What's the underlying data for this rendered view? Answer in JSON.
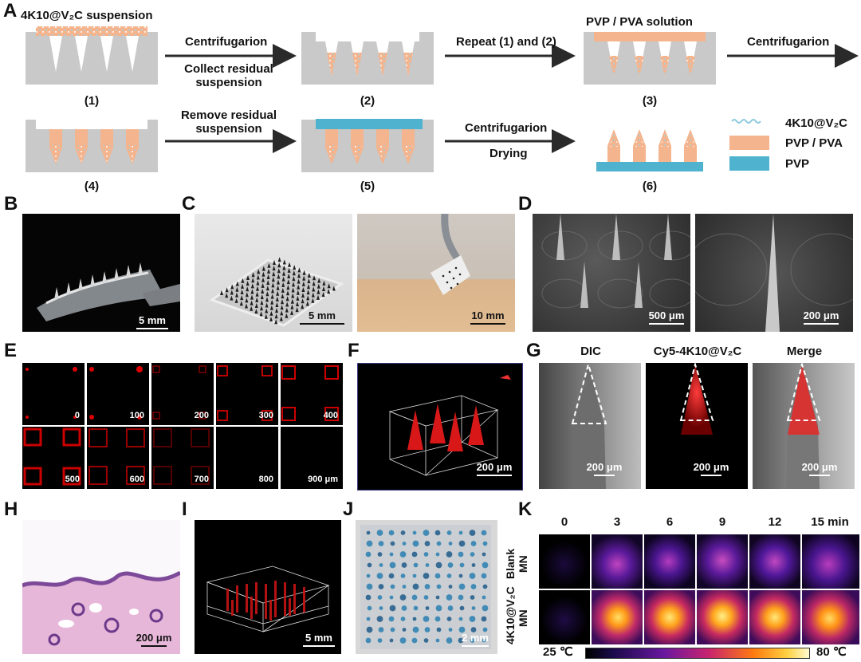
{
  "panels": {
    "A": "A",
    "B": "B",
    "C": "C",
    "D": "D",
    "E": "E",
    "F": "F",
    "G": "G",
    "H": "H",
    "I": "I",
    "J": "J",
    "K": "K"
  },
  "schematic": {
    "top_title": "4K10@V₂C suspension",
    "solution_title": "PVP / PVA solution",
    "steps": [
      "(1)",
      "(2)",
      "(3)",
      "(4)",
      "(5)",
      "(6)"
    ],
    "arrows": {
      "a1_top": "Centrifugarion",
      "a1_bottom": "Collect residual suspension",
      "a2_top": "Repeat (1) and (2)",
      "a3_top": "Centrifugarion",
      "a4_top": "Remove residual suspension",
      "a5_top": "Centrifugarion",
      "a5_bottom": "Drying"
    },
    "legend": [
      "4K10@V₂C",
      "PVP / PVA",
      "PVP"
    ],
    "colors": {
      "mold": "#c9c9c9",
      "pvp_pva": "#f4b48e",
      "pvp": "#4fb3cf",
      "arrow": "#2a2a2a"
    }
  },
  "scalebars": {
    "B": "5 mm",
    "C1": "5 mm",
    "C2": "10 mm",
    "D1": "500 μm",
    "D2": "200 μm",
    "F": "200 μm",
    "G1": "200 μm",
    "G2": "200 μm",
    "G3": "200 μm",
    "H": "200 μm",
    "I": "5 mm",
    "J": "2 mm"
  },
  "slices": [
    "0",
    "100",
    "200",
    "300",
    "400",
    "500",
    "600",
    "700",
    "800",
    "900 μm"
  ],
  "G_titles": [
    "DIC",
    "Cy5-4K10@V₂C",
    "Merge"
  ],
  "K": {
    "times": [
      "0",
      "3",
      "6",
      "9",
      "12",
      "15 min"
    ],
    "rows": [
      "Blank MN",
      "4K10@V₂C MN"
    ],
    "scale_min": "25 ℃",
    "scale_max": "80 ℃"
  }
}
